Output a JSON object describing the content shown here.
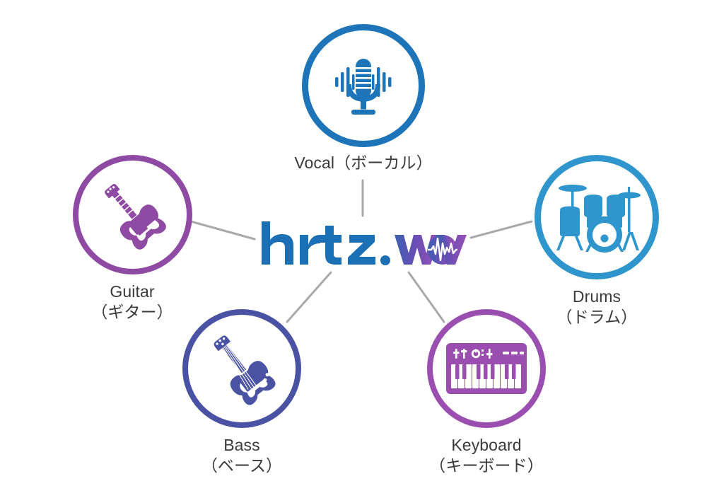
{
  "diagram": {
    "title": "hrtz.wav",
    "type": "hub-and-spoke",
    "background_color": "#ffffff",
    "connector_color": "#a9a9a9",
    "label_color": "#3a3a3a"
  },
  "center": {
    "logo_text": "hrtz.wav",
    "logo_part_1": "hrtz.",
    "logo_part_2": "wav",
    "color_start": "#1a6fb5",
    "color_end": "#9b4fb5",
    "waveform_icon": "audio-waveform-icon"
  },
  "nodes": [
    {
      "id": "vocal",
      "label_en": "Vocal",
      "label_jp": "（ボーカル）",
      "icon": "microphone-icon",
      "color": "#1d74b8"
    },
    {
      "id": "guitar",
      "label_en": "Guitar",
      "label_jp": "（ギター）",
      "icon": "electric-guitar-icon",
      "color": "#8f4aa3"
    },
    {
      "id": "drums",
      "label_en": "Drums",
      "label_jp": "（ドラム）",
      "icon": "drum-kit-icon",
      "color": "#2e96cc"
    },
    {
      "id": "bass",
      "label_en": "Bass",
      "label_jp": "（ベース）",
      "icon": "bass-guitar-icon",
      "color": "#4a52a3"
    },
    {
      "id": "keyboard",
      "label_en": "Keyboard",
      "label_jp": "（キーボード）",
      "icon": "midi-keyboard-icon",
      "color": "#9a4fb0"
    }
  ]
}
